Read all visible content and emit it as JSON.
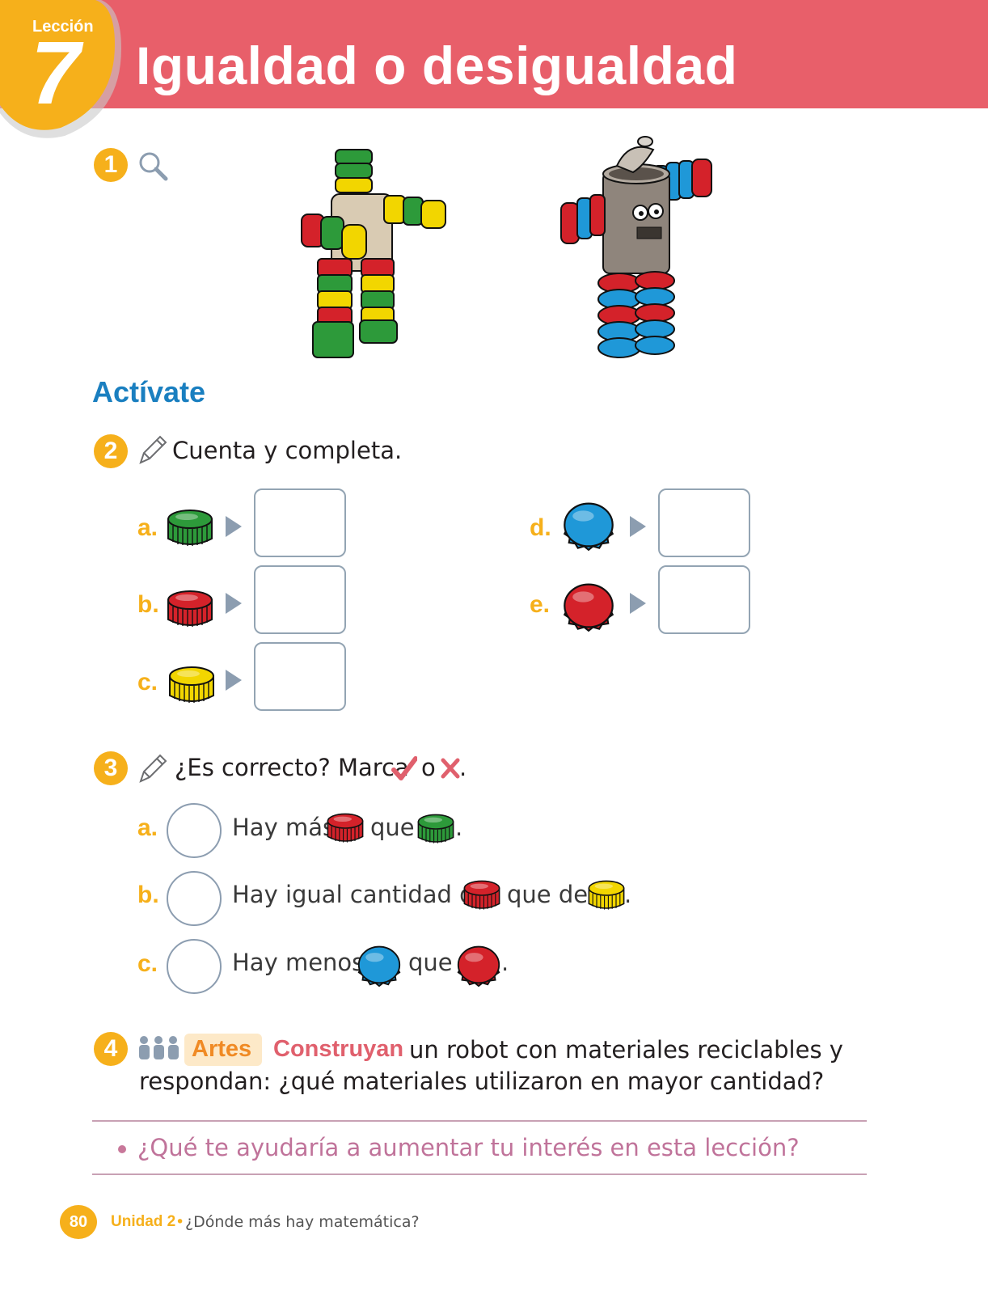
{
  "header": {
    "lesson_label": "Lección",
    "lesson_number": "7",
    "title": "Igualdad o desigualdad"
  },
  "activity1": {
    "number": "1",
    "icon": "magnifier-icon"
  },
  "section_title": "Actívate",
  "activity2": {
    "number": "2",
    "icon": "pencil-icon",
    "instruction": "Cuenta y completa.",
    "items": [
      {
        "letter": "a.",
        "cap": "green-cap",
        "value": ""
      },
      {
        "letter": "b.",
        "cap": "red-cap",
        "value": ""
      },
      {
        "letter": "c.",
        "cap": "yellow-cap",
        "value": ""
      },
      {
        "letter": "d.",
        "cap": "blue-crown-cap",
        "value": ""
      },
      {
        "letter": "e.",
        "cap": "red-crown-cap",
        "value": ""
      }
    ]
  },
  "activity3": {
    "number": "3",
    "icon": "pencil-icon",
    "instruction_before": "¿Es correcto? Marca",
    "instruction_mid": "o",
    "instruction_end": ".",
    "items": [
      {
        "letter": "a.",
        "part1": "Hay más",
        "part2": "que",
        "end": "."
      },
      {
        "letter": "b.",
        "part1": "Hay igual cantidad de",
        "part2": "que de",
        "end": "."
      },
      {
        "letter": "c.",
        "part1": "Hay menos",
        "part2": "que",
        "end": "."
      }
    ]
  },
  "activity4": {
    "number": "4",
    "icon": "group-icon",
    "tag": "Artes",
    "verb": "Construyan",
    "rest_line1": "un robot con materiales reciclables y",
    "line2": "respondan: ¿qué materiales utilizaron en mayor cantidad?"
  },
  "reflection": "¿Qué te ayudaría a aumentar tu interés en esta lección?",
  "footer": {
    "page_number": "80",
    "unit": "Unidad 2",
    "separator": "•",
    "subtitle": "¿Dónde más hay matemática?"
  },
  "colors": {
    "header": "#e85f6a",
    "badge": "#f6b01b",
    "section_title": "#1a7fc0",
    "check": "#e0606d"
  }
}
